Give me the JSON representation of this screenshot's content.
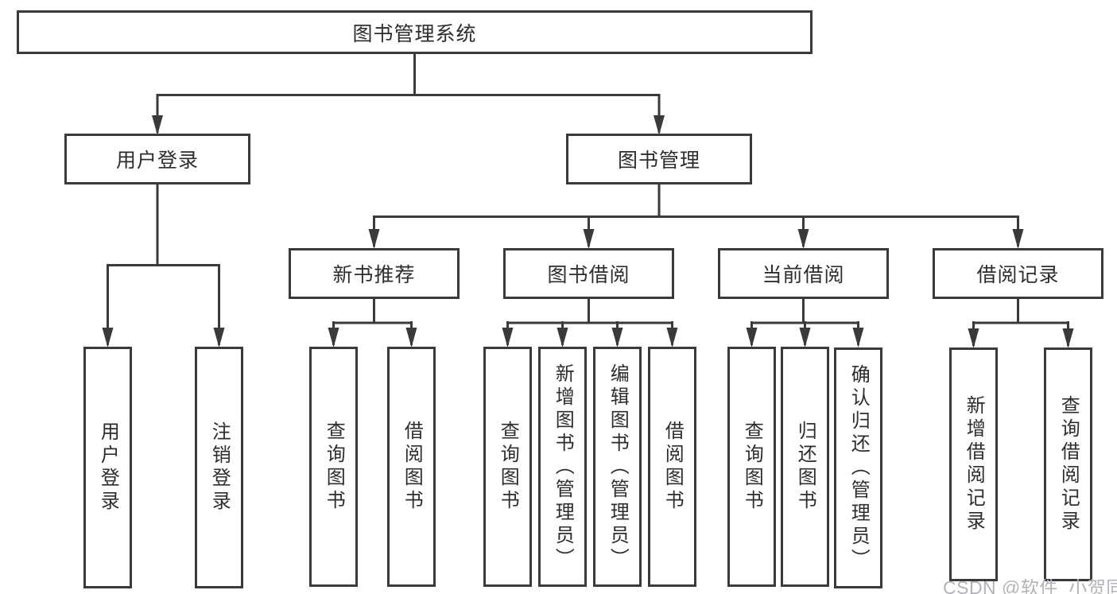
{
  "diagram": {
    "type": "hierarchy-diagram",
    "title": "图书管理系统",
    "level2": {
      "user_login": {
        "label": "用户登录"
      },
      "book_management": {
        "label": "图书管理"
      }
    },
    "user_login_children": [
      "用户登录",
      "注销登录"
    ],
    "modules": [
      {
        "label": "新书推荐",
        "children": [
          "查询图书",
          "借阅图书"
        ]
      },
      {
        "label": "图书借阅",
        "children": [
          "查询图书",
          "新增图书（管理员）",
          "编辑图书（管理员）",
          "借阅图书"
        ]
      },
      {
        "label": "当前借阅",
        "children": [
          "查询图书",
          "归还图书",
          "确认归还（管理员）"
        ]
      },
      {
        "label": "借阅记录",
        "children": [
          "新增借阅记录",
          "查询借阅记录"
        ]
      }
    ],
    "colors": {
      "line": "#3a3a3a",
      "box_border": "#3a3a3a",
      "text": "#2d2d2d",
      "background": "#ffffff",
      "watermark": "#b0b3b8"
    }
  },
  "watermark": {
    "text": "CSDN @软件_小贺同学"
  }
}
